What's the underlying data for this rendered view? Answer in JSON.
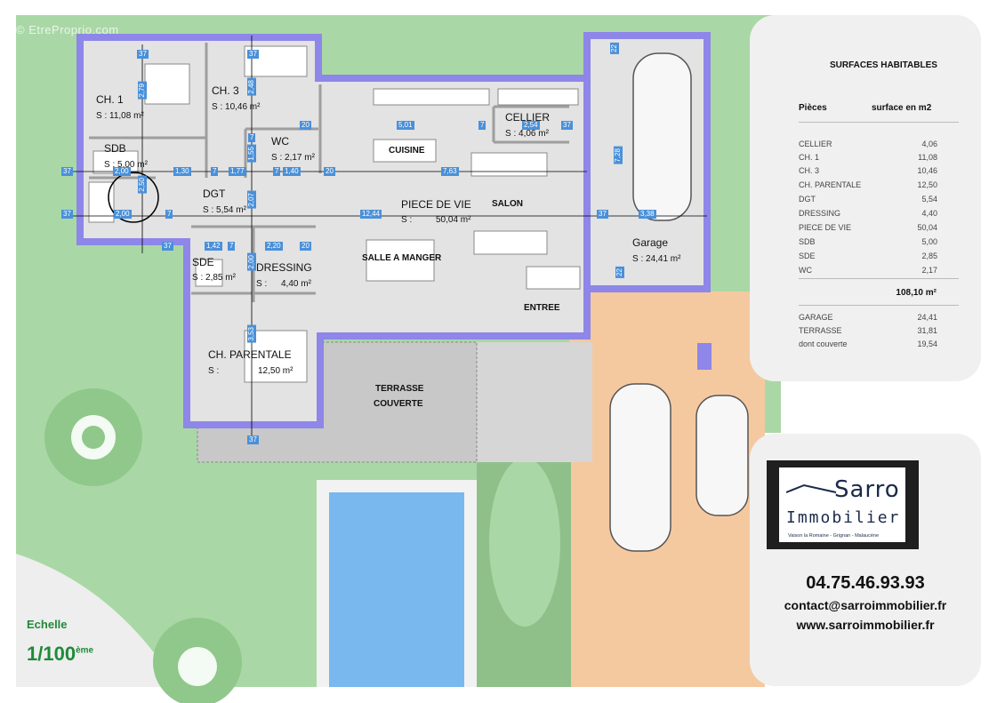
{
  "watermark": "© EtreProprio.com",
  "rooms": {
    "ch1": {
      "name": "CH. 1",
      "area": "S : 11,08 m²"
    },
    "ch3": {
      "name": "CH. 3",
      "area": "S : 10,46 m²"
    },
    "sdb": {
      "name": "SDB",
      "area": "S : 5,00 m²"
    },
    "wc": {
      "name": "WC",
      "area": "S : 2,17 m²"
    },
    "dgt": {
      "name": "DGT",
      "area": "S : 5,54 m²"
    },
    "sde": {
      "name": "SDE",
      "area": "S : 2,85 m²"
    },
    "dressing": {
      "name": "DRESSING",
      "area": "S :",
      "area_value": "4,40 m²"
    },
    "chp": {
      "name": "CH. PARENTALE",
      "area": "S :",
      "area_value": "12,50 m²"
    },
    "cellier": {
      "name": "CELLIER",
      "area": "S : 4,06 m²"
    },
    "cuisine": {
      "name": "CUISINE"
    },
    "piece": {
      "name": "PIECE DE VIE",
      "area": "S :",
      "area_value": "50,04 m²"
    },
    "salon": {
      "name": "SALON"
    },
    "salle": {
      "name": "SALLE A MANGER"
    },
    "entree": {
      "name": "ENTREE"
    },
    "garage": {
      "name": "Garage",
      "area": "S : 24,41 m²"
    },
    "terrasse": {
      "name_line1": "TERRASSE",
      "name_line2": "COUVERTE"
    }
  },
  "dims": [
    "37",
    "2,79",
    "37",
    "2,48",
    "20",
    "5,01",
    "7",
    "2,54",
    "37",
    "7,28",
    "1,55",
    "7",
    "20",
    "7,63",
    "1,30",
    "7",
    "1,77",
    "7",
    "1,40",
    "20",
    "37",
    "2,00",
    "2,50",
    "37",
    "2,00",
    "7",
    "2,07",
    "12,44",
    "37",
    "3,38",
    "37",
    "1,42",
    "7",
    "2,20",
    "20",
    "2,00",
    "3,53",
    "37",
    "22",
    "22"
  ],
  "table": {
    "title": "SURFACES HABITABLES",
    "col1": "Pièces",
    "col2": "surface en m2",
    "rows": [
      {
        "name": "CELLIER",
        "value": "4,06"
      },
      {
        "name": "CH. 1",
        "value": "11,08"
      },
      {
        "name": "CH. 3",
        "value": "10,46"
      },
      {
        "name": "CH. PARENTALE",
        "value": "12,50"
      },
      {
        "name": "DGT",
        "value": "5,54"
      },
      {
        "name": "DRESSING",
        "value": "4,40"
      },
      {
        "name": "PIECE DE VIE",
        "value": "50,04"
      },
      {
        "name": "SDB",
        "value": "5,00"
      },
      {
        "name": "SDE",
        "value": "2,85"
      },
      {
        "name": "WC",
        "value": "2,17"
      }
    ],
    "total": "108,10 m²",
    "extra": [
      {
        "name": "GARAGE",
        "value": "24,41"
      },
      {
        "name": "TERRASSE",
        "value": "31,81"
      },
      {
        "name": "dont couverte",
        "value": "19,54"
      }
    ]
  },
  "contact": {
    "logo_name": "Sarro",
    "logo_sub": "Immobilier",
    "logo_towns": "Vaison la Romaine - Grignan - Malaucène",
    "phone": "04.75.46.93.93",
    "email": "contact@sarroimmobilier.fr",
    "web": "www.sarroimmobilier.fr"
  },
  "scale": {
    "label": "Echelle",
    "value": "1/100",
    "suffix": "ème"
  },
  "colors": {
    "wall": "#8e86e8",
    "grass": "#a9d8a6",
    "paving": "#f5c9a0",
    "pool": "#78b8ee",
    "dim": "#4a90d9",
    "accent": "#1f8a3a"
  }
}
